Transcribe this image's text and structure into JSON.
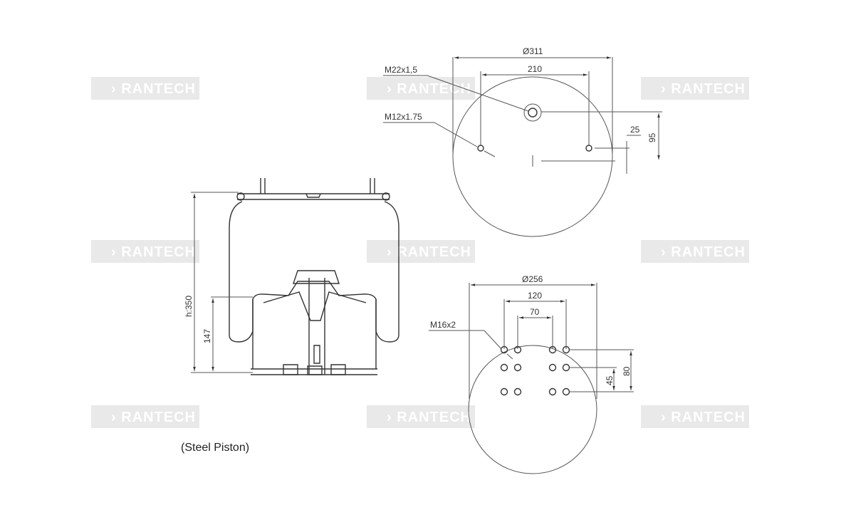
{
  "watermark": "RANTECH",
  "side_view": {
    "height": "h:350",
    "piston_height": "147",
    "caption": "(Steel Piston)"
  },
  "top_plate": {
    "diameter": "Ø311",
    "stud_spacing": "210",
    "air_fitting": "M22x1,5",
    "stud_thread": "M12x1.75",
    "offset_small": "25",
    "offset_large": "95"
  },
  "bottom_plate": {
    "diameter": "Ø256",
    "spacing_outer": "120",
    "spacing_inner": "70",
    "thread": "M16x2",
    "offset_small": "45",
    "offset_large": "80"
  }
}
